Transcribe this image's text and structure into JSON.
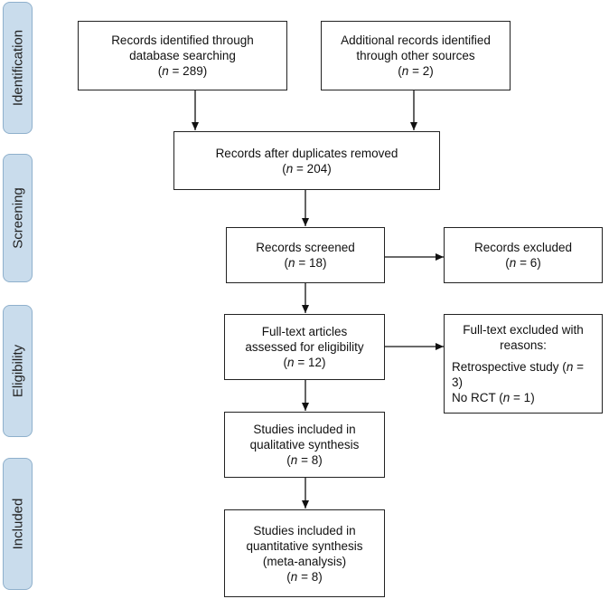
{
  "phases": [
    {
      "id": "identification",
      "label": "Identification"
    },
    {
      "id": "screening",
      "label": "Screening"
    },
    {
      "id": "eligibility",
      "label": "Eligibility"
    },
    {
      "id": "included",
      "label": "Included"
    }
  ],
  "boxes": {
    "db_search": {
      "lines": [
        "Records identified through",
        "database searching"
      ],
      "n_prefix": "n",
      "n_value": "= 289"
    },
    "other_sources": {
      "lines": [
        "Additional records identified",
        "through other sources"
      ],
      "n_prefix": "n",
      "n_value": "= 2"
    },
    "after_duplicates": {
      "lines": [
        "Records after duplicates removed"
      ],
      "n_prefix": "n",
      "n_value": "= 204"
    },
    "screened": {
      "lines": [
        "Records screened"
      ],
      "n_prefix": "n",
      "n_value": "= 18"
    },
    "excluded": {
      "lines": [
        "Records excluded"
      ],
      "n_prefix": "n",
      "n_value": "= 6"
    },
    "fulltext": {
      "lines": [
        "Full-text articles",
        "assessed for eligibility"
      ],
      "n_prefix": "n",
      "n_value": "= 12"
    },
    "fulltext_excluded": {
      "heading": [
        "Full-text excluded with",
        "reasons:"
      ],
      "reasons": [
        {
          "text": "Retrospective study (",
          "n_prefix": "n",
          "n_value": "= 3)"
        },
        {
          "text": "No RCT (",
          "n_prefix": "n",
          "n_value": "= 1)"
        }
      ]
    },
    "qualitative": {
      "lines": [
        "Studies included in",
        "qualitative synthesis"
      ],
      "n_prefix": "n",
      "n_value": "= 8"
    },
    "quantitative": {
      "lines": [
        "Studies included in",
        "quantitative synthesis",
        "(meta-analysis)"
      ],
      "n_prefix": "n",
      "n_value": "= 8"
    }
  }
}
